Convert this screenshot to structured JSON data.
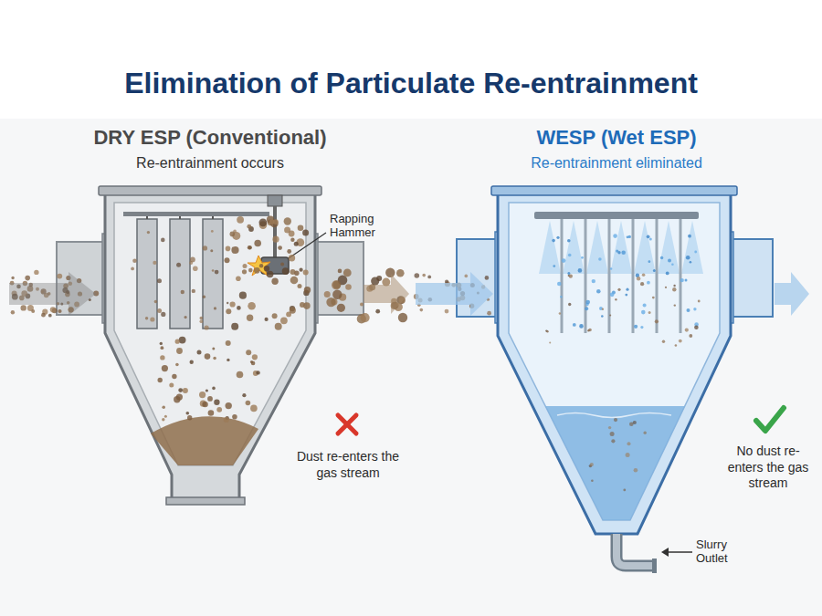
{
  "diagram": {
    "title": "Elimination of Particulate Re-entrainment",
    "labels": [
      "DRY ESP (Conventional)",
      "Re-entrainment occurs",
      "Rapping Hammer",
      "Dust re-enters the gas stream",
      "WESP (Wet ESP)",
      "Re-entrainment eliminated",
      "No dust re-enters the gas stream",
      "Slurry Outlet"
    ]
  }
}
